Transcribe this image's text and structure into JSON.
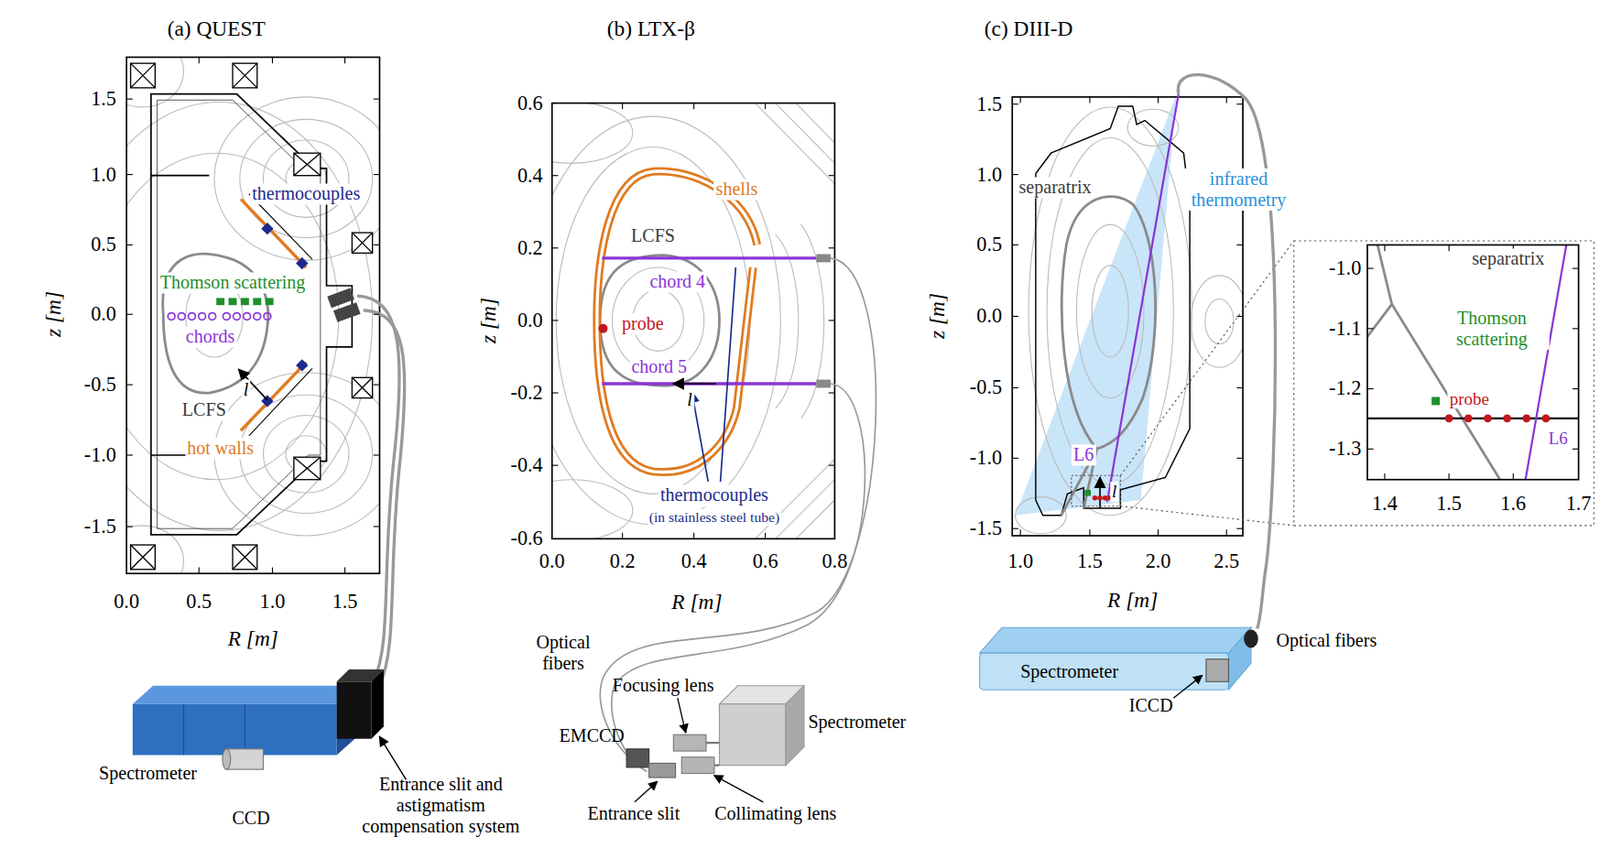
{
  "diagram": {
    "labels": [
      "(a) QUEST",
      "(b) LTX-β",
      "(c) DIII-D",
      "1.5",
      "1.0",
      "0.5",
      "0.0",
      "-0.5",
      "-1.0",
      "-1.5",
      "z [m]",
      "0.0",
      "0.5",
      "1.0",
      "1.5",
      "R [m]",
      "thermocouples",
      "Thomson scattering",
      "chords",
      "l",
      "LCFS",
      "hot walls",
      "Spectrometer",
      "CCD",
      "Entrance slit and astigmatism compensation system",
      "0.6",
      "0.4",
      "0.2",
      "0.0",
      "-0.2",
      "-0.4",
      "-0.6",
      "z [m]",
      "0.0",
      "0.2",
      "0.4",
      "0.6",
      "0.8",
      "R [m]",
      "shells",
      "LCFS",
      "chord 4",
      "probe",
      "chord 5",
      "l",
      "thermocouples",
      "(in stainless steel tube)",
      "Optical fibers",
      "Focusing lens",
      "Spectrometer",
      "EMCCD",
      "Entrance slit",
      "Collimating lens",
      "1.5",
      "1.0",
      "0.5",
      "0.0",
      "-0.5",
      "-1.0",
      "-1.5",
      "z [m]",
      "1.0",
      "1.5",
      "2.0",
      "2.5",
      "R [m]",
      "separatrix",
      "infrared thermometry",
      "L6",
      "l",
      "Spectrometer",
      "ICCD",
      "Optical fibers",
      "-1.0",
      "-1.1",
      "-1.2",
      "-1.3",
      "1.4",
      "1.5",
      "1.6",
      "1.7",
      "separatrix",
      "Thomson scattering",
      "probe",
      "L6"
    ]
  }
}
